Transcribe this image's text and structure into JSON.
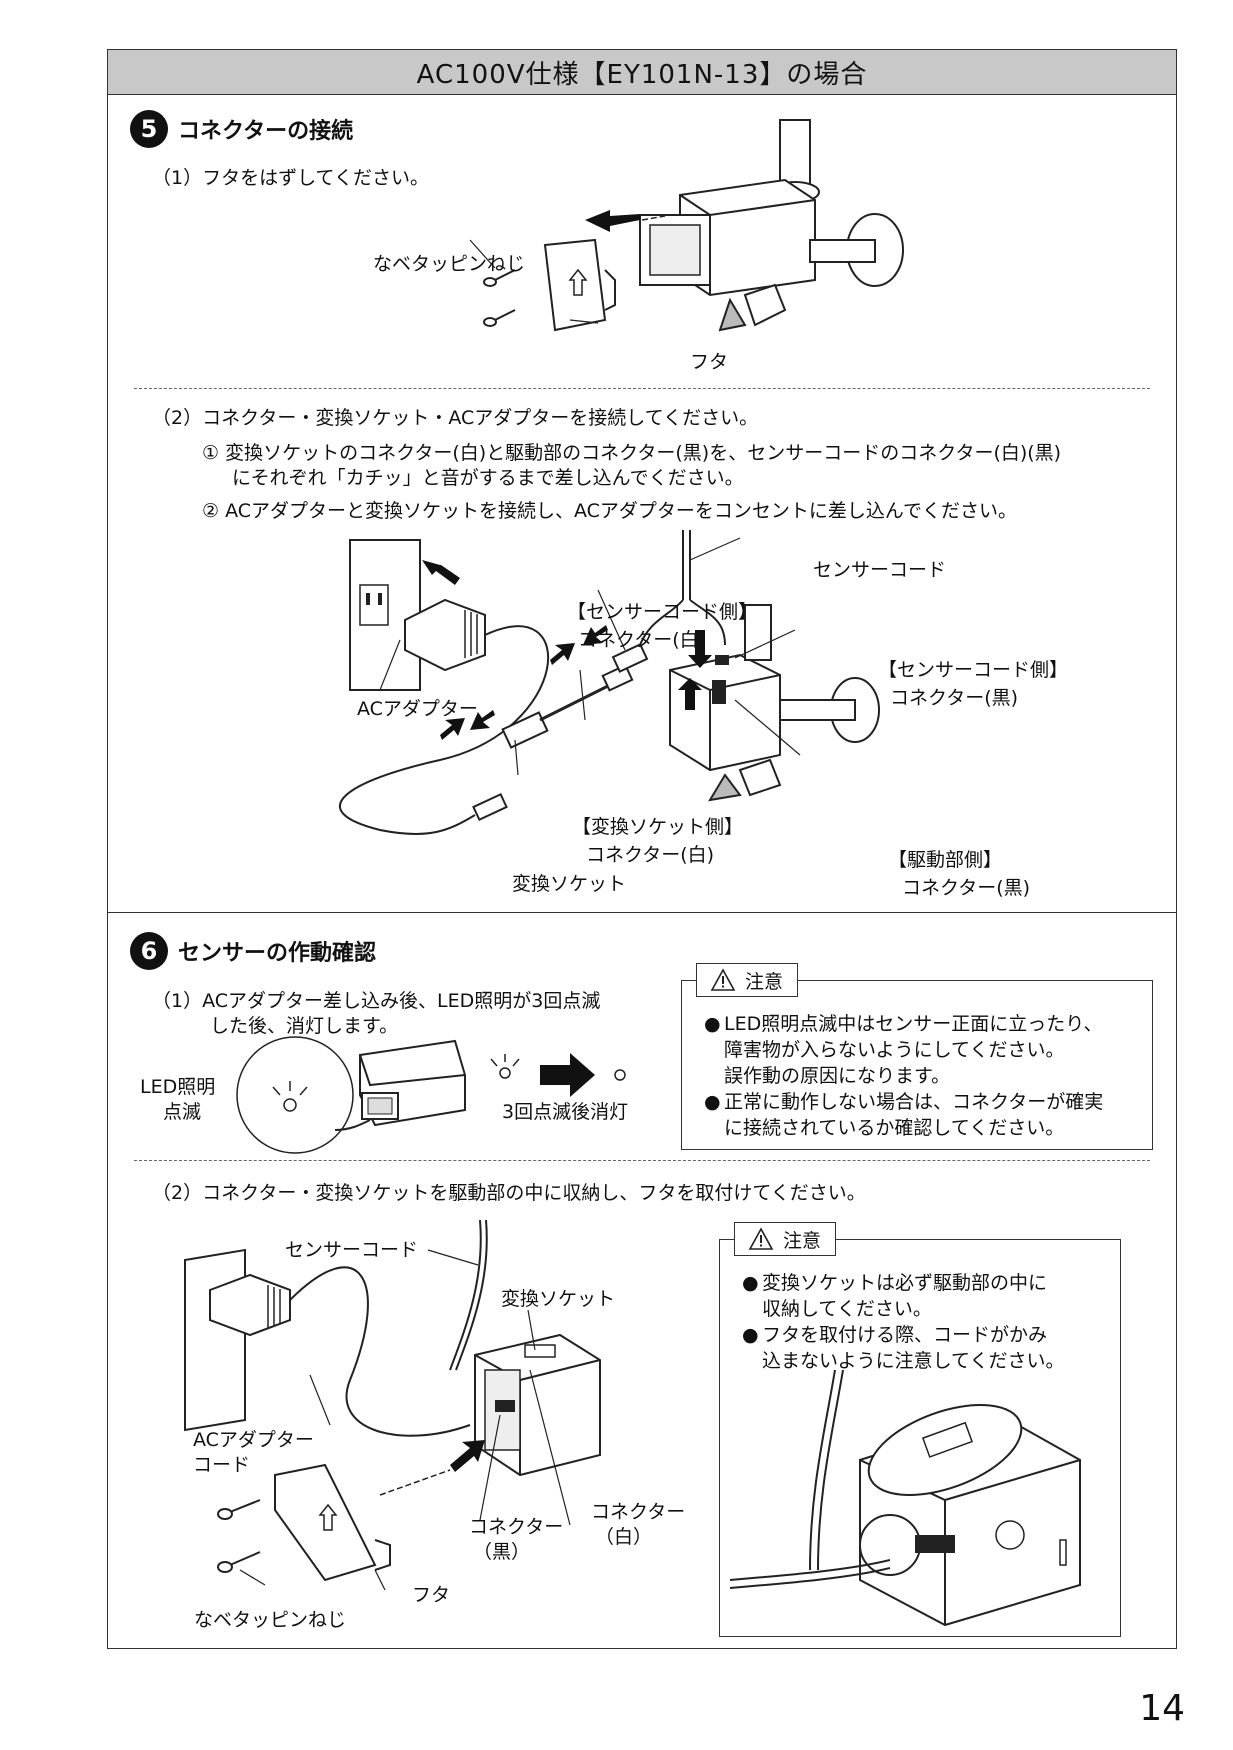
{
  "page": {
    "title": "AC100V仕様【EY101N-13】の場合",
    "number": "14"
  },
  "step5": {
    "num": "5",
    "heading": "コネクターの接続",
    "sub1": "（1）フタをはずしてください。",
    "sub1_labels": {
      "screw": "なベタッピンねじ",
      "cover": "フタ"
    },
    "sub2": "（2）コネクター・変換ソケット・ACアダプターを接続してください。",
    "sub2_item1_line1": "① 変換ソケットのコネクター(白)と駆動部のコネクター(黒)を、センサーコードのコネクター(白)(黒)",
    "sub2_item1_line2": "にそれぞれ「カチッ」と音がするまで差し込んでください。",
    "sub2_item2": "② ACアダプターと変換ソケットを接続し、ACアダプターをコンセントに差し込んでください。",
    "labels": {
      "sensor_cord": "センサーコード",
      "sensor_side_white_1": "【センサーコード側】",
      "sensor_side_white_2": "コネクター(白)",
      "sensor_side_black_1": "【センサーコード側】",
      "sensor_side_black_2": "コネクター(黒)",
      "ac_adapter": "ACアダプター",
      "socket_side_1": "【変換ソケット側】",
      "socket_side_2": "コネクター(白)",
      "drive_side_1": "【駆動部側】",
      "drive_side_2": "コネクター(黒)",
      "socket": "変換ソケット"
    }
  },
  "step6": {
    "num": "6",
    "heading": "センサーの作動確認",
    "sub1_line1": "（1）ACアダプター差し込み後、LED照明が3回点滅",
    "sub1_line2": "した後、消灯します。",
    "led_label_1": "LED照明",
    "led_label_2": "点滅",
    "after_label": "3回点滅後消灯",
    "caution1": {
      "title": "注意",
      "items": [
        "LED照明点滅中はセンサー正面に立ったり、",
        "障害物が入らないようにしてください。",
        "誤作動の原因になります。",
        "正常に動作しない場合は、コネクターが確実",
        "に接続されているか確認してください。"
      ]
    },
    "sub2": "（2）コネクター・変換ソケットを駆動部の中に収納し、フタを取付けてください。",
    "labels": {
      "sensor_cord": "センサーコード",
      "socket": "変換ソケット",
      "ac_cord_1": "ACアダプター",
      "ac_cord_2": "コード",
      "conn_black_1": "コネクター",
      "conn_black_2": "（黒）",
      "conn_white_1": "コネクター",
      "conn_white_2": "（白）",
      "screw": "なベタッピンねじ",
      "cover": "フタ"
    },
    "caution2": {
      "title": "注意",
      "items": [
        "変換ソケットは必ず駆動部の中に",
        "収納してください。",
        "フタを取付ける際、コードがかみ",
        "込まないように注意してください。"
      ]
    }
  }
}
